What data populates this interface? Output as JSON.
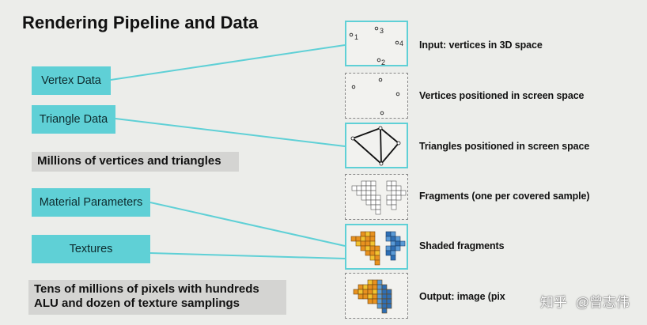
{
  "title": "Rendering Pipeline and Data",
  "inputs": {
    "vertex_data": "Vertex Data",
    "triangle_data": "Triangle Data",
    "material_parameters": "Material Parameters",
    "textures": "Textures"
  },
  "notes": {
    "vertices_triangles": "Millions of vertices and triangles",
    "pixels_line1": "Tens of millions of pixels with hundreds",
    "pixels_line2": "ALU and dozen of texture samplings"
  },
  "stages": [
    "Input: vertices in 3D space",
    "Vertices positioned in screen space",
    "Triangles positioned in screen space",
    "Fragments (one per covered sample)",
    "Shaded fragments",
    "Output: image (pix"
  ],
  "vertex_labels": [
    "1",
    "3",
    "4",
    "2"
  ],
  "watermark": {
    "site": "知乎",
    "author": "@曾志伟"
  },
  "colors": {
    "accent": "#5fd0d6",
    "note_bg": "#d4d4d2",
    "background": "#ecedea",
    "fragment_orange": "#e8921f",
    "fragment_blue": "#2e6fb5",
    "fragment_yellow": "#f2c230"
  }
}
